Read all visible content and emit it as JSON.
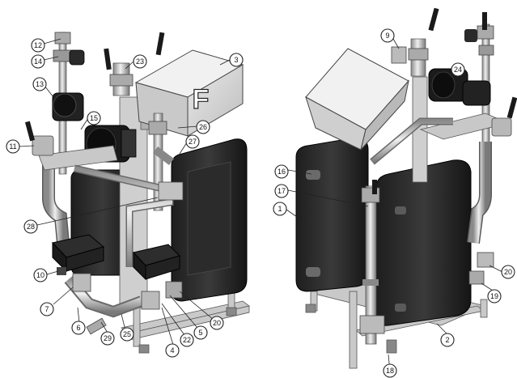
{
  "callouts": {
    "c12": "12",
    "c14": "14",
    "c13": "13",
    "c15": "15",
    "c11": "11",
    "c23": "23",
    "c3": "3",
    "c26": "26",
    "c27": "27",
    "c28": "28",
    "c10": "10",
    "c7": "7",
    "c6": "6",
    "c29": "29",
    "c25": "25",
    "c4": "4",
    "c22": "22",
    "c5": "5",
    "c20a": "20",
    "c9": "9",
    "c24": "24",
    "c16": "16",
    "c17": "17",
    "c1": "1",
    "c20b": "20",
    "c19": "19",
    "c2": "2",
    "c18": "18"
  },
  "control_box_letter": "F"
}
